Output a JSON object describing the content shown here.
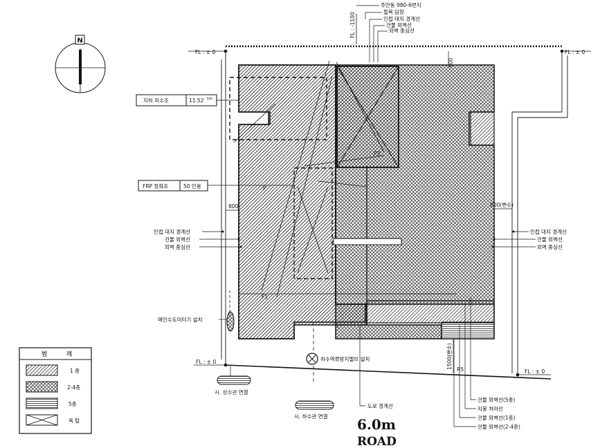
{
  "north": {
    "letter": "N"
  },
  "top_labels": {
    "lot": "주안동 980-6번지",
    "owner": "필복 담장",
    "adjacent_boundary": "인접 대지 경계선",
    "building_outer": "건물 외벽선",
    "wall_center": "외벽 중심선"
  },
  "fl_labels": {
    "top_left": "FL : ± 0",
    "top_right": "FL : ± 0",
    "left_bottom": "FL : ± 0",
    "right_bottom": "FL : ± 0",
    "vertical_top": "FL : -1100"
  },
  "boxes": {
    "water_tank_label": "지하 저수조",
    "water_tank_value": "11.52",
    "water_tank_unit": "ton",
    "frp_label": "FRP 정화조",
    "frp_value": "50 인용"
  },
  "dims": {
    "top": "800",
    "left": "800",
    "right": "800(변수)",
    "bottom": "1500(변수)",
    "r5": "R5",
    "f1": "F1",
    "pt": "P",
    "p3": "P3"
  },
  "left_labels": {
    "adjacent": "인접 대지 경계선",
    "outer": "건물 외벽선",
    "center": "외벽 중심선"
  },
  "right_labels": {
    "adjacent": "인접 대지 경계선",
    "outer": "건물 외벽선",
    "center": "외벽 중심선"
  },
  "annotations": {
    "meter": "메인수도미터기 설치",
    "catch_basin": "하수역류방지밸브 설치",
    "water_pipe": "시. 상수관 연결",
    "sewer_pipe": "시. 하수관 연결",
    "road_boundary": "도로 경계선"
  },
  "bottom_right_labels": [
    "건물 외벽선(5층)",
    "지붕 처마선",
    "건물 외벽선(1층)",
    "건물 외벽선(2-4층)"
  ],
  "road": {
    "width": "6.0m",
    "name": "ROAD"
  },
  "legend": {
    "title": [
      "범",
      "례"
    ],
    "items": [
      {
        "pattern": "hatch-1",
        "label": "1 층"
      },
      {
        "pattern": "hatch-cross",
        "label": "2-4층"
      },
      {
        "pattern": "hatch-horiz",
        "label": "5층"
      },
      {
        "pattern": "x-box",
        "label": "옥 탑"
      }
    ]
  }
}
